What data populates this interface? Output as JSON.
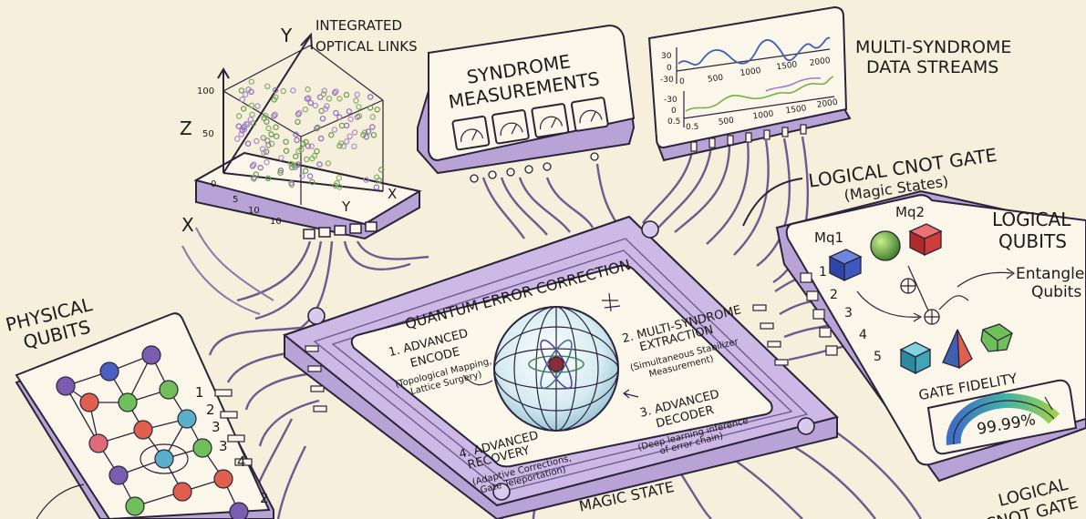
{
  "labels": {
    "optical_links": [
      "INTEGRATED",
      "OPTICAL LINKS"
    ],
    "syndrome": [
      "SYNDROME",
      "MEASUREMENTS"
    ],
    "streams": [
      "MULTI-SYNDROME",
      "DATA STREAMS"
    ],
    "cnot_top": [
      "LOGICAL CNOT GATE",
      "(Magic States)"
    ],
    "logical_qubits": [
      "LOGICAL",
      "QUBITS"
    ],
    "entangled": [
      "Entangled",
      "Qubits"
    ],
    "physical_qubits": [
      "PHYSICAL",
      "QUBITS"
    ],
    "qec": "QUANTUM ERROR CORRECTION",
    "magic_state": "MAGIC STATE",
    "cnot_bottom": [
      "LOGICAL",
      "CNOT GATE"
    ],
    "gate_fidelity": "GATE FIDELITY",
    "fidelity_value": "99.99%",
    "mq1": "Mq1",
    "mq2": "Mq2"
  },
  "steps": {
    "encode": [
      "1. ADVANCED",
      "ENCODE",
      "(Topological Mapping,",
      "Lattice Surgery)"
    ],
    "extraction": [
      "2. MULTI-SYNDROME",
      "EXTRACTION",
      "(Simultaneous Stabilizer",
      "Measurement)"
    ],
    "decoder": [
      "3. ADVANCED",
      "DECODER",
      "(Deep learning inference",
      "of error chain)"
    ],
    "recovery": [
      "4. ADVANCED",
      "RECOVERY",
      "(Adaptive Corrections,",
      "Gate Teleportation)"
    ]
  },
  "scatter_axes": {
    "y": "Y",
    "z": "Z",
    "x": "X",
    "y2": "Y",
    "x_side": "X",
    "z_ticks": [
      "100",
      "50",
      "0"
    ],
    "x_ticks": [
      "5",
      "10",
      "10"
    ]
  },
  "stream_ticks": {
    "top_y": [
      "30",
      "0",
      "-30"
    ],
    "top_x": [
      "0",
      "500",
      "1000",
      "1500",
      "2000"
    ],
    "bot_y": [
      "-30",
      "0",
      "0.5"
    ],
    "bot_x": [
      "0.5",
      "500",
      "1000",
      "1500",
      "2000"
    ]
  },
  "physical_numbers": [
    "1",
    "2",
    "3",
    "3",
    "4",
    "2"
  ],
  "logical_numbers": [
    "1",
    "2",
    "3",
    "4",
    "5"
  ],
  "colors": {
    "background": "#f6efdc",
    "purple": "#b9a2d6",
    "wire": "#6e5a8e",
    "blue_trace": "#3f5fb0",
    "green_trace": "#78b04a",
    "purple_trace": "#a07cc6"
  },
  "icons": [
    "globe-icon",
    "atom-icon",
    "cube-icon",
    "sphere-icon",
    "gauge-icon"
  ]
}
